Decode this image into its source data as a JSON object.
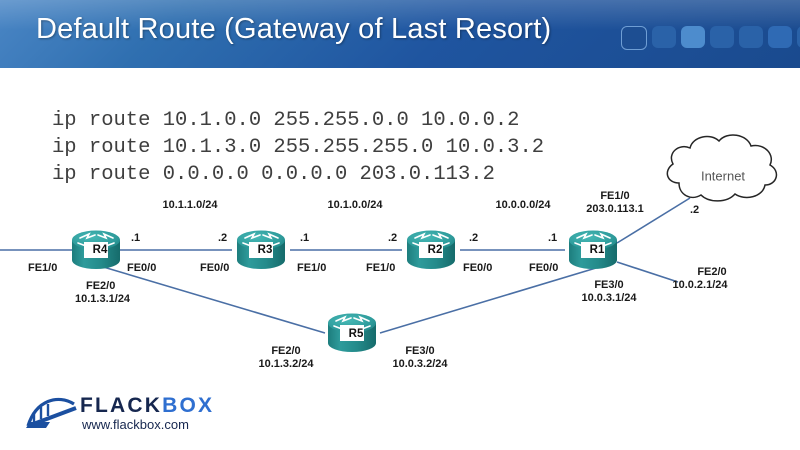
{
  "header": {
    "title": "Default Route (Gateway of Last Resort)",
    "squares": [
      {
        "name": "square-1",
        "color": "#1d4e92"
      },
      {
        "name": "square-2",
        "color": "#2a62a8"
      },
      {
        "name": "square-3",
        "color": "#4d8ccd"
      },
      {
        "name": "square-4",
        "color": "#2a62a8"
      },
      {
        "name": "square-5",
        "color": "#2a62a8"
      },
      {
        "name": "square-6",
        "color": "#2f6ab4"
      },
      {
        "name": "square-7",
        "color": "#2a62a8"
      }
    ]
  },
  "config": {
    "lines": [
      "ip route 10.1.0.0 255.255.0.0 10.0.0.2",
      "ip route 10.1.3.0 255.255.255.0 10.0.3.2",
      "ip route 0.0.0.0 0.0.0.0 203.0.113.2"
    ],
    "text": "ip route 10.1.0.0 255.255.0.0 10.0.0.2\nip route 10.1.3.0 255.255.255.0 10.0.3.2\nip route 0.0.0.0 0.0.0.0 203.0.113.2"
  },
  "diagram": {
    "routers": [
      {
        "id": "r4",
        "name": "R4"
      },
      {
        "id": "r3",
        "name": "R3"
      },
      {
        "id": "r2",
        "name": "R2"
      },
      {
        "id": "r1",
        "name": "R1"
      },
      {
        "id": "r5",
        "name": "R5"
      }
    ],
    "cloud": {
      "label": "Internet"
    },
    "subnets": [
      {
        "name": "subnet-r4-r3",
        "label": "10.1.1.0/24"
      },
      {
        "name": "subnet-r3-r2",
        "label": "10.1.0.0/24"
      },
      {
        "name": "subnet-r2-r1",
        "label": "10.0.0.0/24"
      }
    ],
    "interfaces": {
      "r4_fe1_0": "FE1/0",
      "r4_fe0_0": "FE0/0",
      "r4_fe2_0": "FE2/0",
      "r4_fe2_0_ip": "10.1.3.1/24",
      "r3_fe0_0": "FE0/0",
      "r3_fe1_0": "FE1/0",
      "r2_fe1_0": "FE1/0",
      "r2_fe0_0": "FE0/0",
      "r1_fe0_0": "FE0/0",
      "r1_fe1_0": "FE1/0",
      "r1_fe1_0_ip": "203.0.113.1",
      "r1_fe3_0": "FE3/0",
      "r1_fe3_0_ip": "10.0.3.1/24",
      "r1_fe2_0": "FE2/0",
      "r1_fe2_0_ip": "10.0.2.1/24",
      "r5_fe2_0": "FE2/0",
      "r5_fe2_0_ip": "10.1.3.2/24",
      "r5_fe3_0": "FE3/0",
      "r5_fe3_0_ip": "10.0.3.2/24"
    },
    "host_octets": {
      "r4_right": ".1",
      "r3_left": ".2",
      "r3_right": ".1",
      "r2_left": ".2",
      "r2_right": ".2",
      "r1_left": ".1",
      "internet": ".2"
    },
    "colors": {
      "link": "#4a6fa5",
      "router_body": "#2f9a9a",
      "router_top": "#3db3b0",
      "router_side": "#1f7a7a"
    }
  },
  "logo": {
    "word_first": "FLACK",
    "word_second": "BOX",
    "url": "www.flackbox.com"
  }
}
